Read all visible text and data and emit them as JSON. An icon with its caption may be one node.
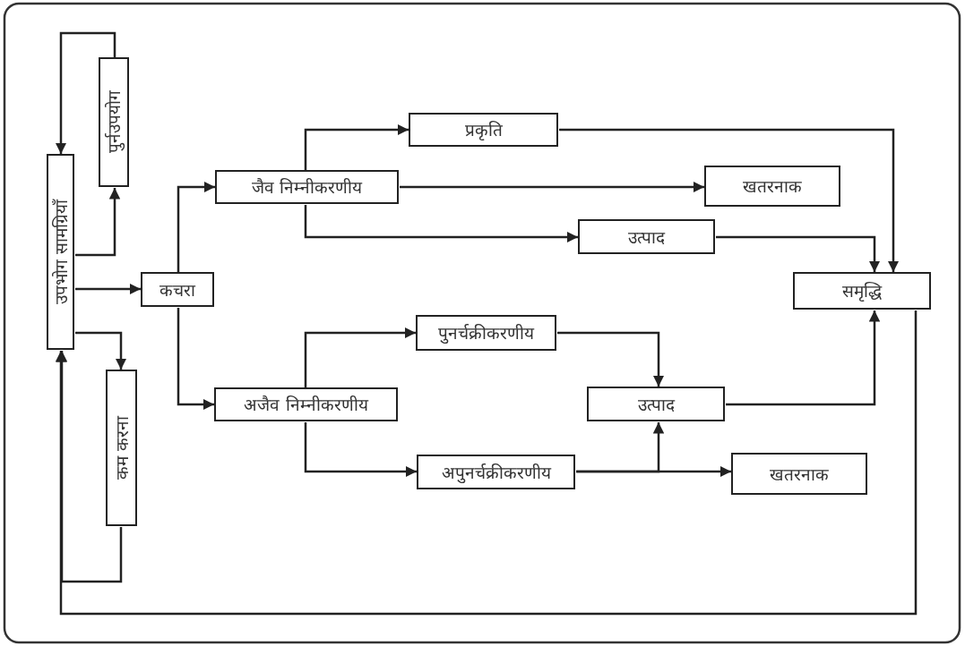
{
  "diagram": {
    "nodes": [
      {
        "text": [
          "उपभोग सामग्रियाँ"
        ]
      },
      {
        "text": [
          "पुर्नउपयोग"
        ]
      },
      {
        "text": [
          "कम करना"
        ]
      },
      {
        "text": [
          "कचरा"
        ]
      },
      {
        "text": [
          "जैव निम्नीकरणीय"
        ]
      },
      {
        "text": [
          "अजैव निम्नीकरणीय"
        ]
      },
      {
        "text": [
          "प्रकृति"
        ]
      },
      {
        "text": [
          "खतरनाक"
        ]
      },
      {
        "text": [
          "उत्पाद"
        ]
      },
      {
        "text": [
          "समृद्धि"
        ]
      },
      {
        "text": [
          "पुनर्चक्रीकरणीय"
        ]
      },
      {
        "text": [
          "उत्पाद"
        ]
      },
      {
        "text": [
          "अपुनर्चक्रीकरणीय"
        ]
      },
      {
        "text": [
          "खतरनाक"
        ]
      }
    ],
    "edges": [
      {
        "from": 0,
        "to": 1,
        "arrow": "to"
      },
      {
        "from": 1,
        "to": 0,
        "arrow": "to"
      },
      {
        "from": 0,
        "to": 2,
        "arrow": "to"
      },
      {
        "from": 2,
        "to": 0,
        "arrow": "to"
      },
      {
        "from": 0,
        "to": 3,
        "arrow": "to"
      },
      {
        "from": 3,
        "to": 4,
        "arrow": "to"
      },
      {
        "from": 3,
        "to": 5,
        "arrow": "to"
      },
      {
        "from": 4,
        "to": 6,
        "arrow": "to"
      },
      {
        "from": 4,
        "to": 7,
        "arrow": "to"
      },
      {
        "from": 4,
        "to": 8,
        "arrow": "to"
      },
      {
        "from": 5,
        "to": 10,
        "arrow": "to"
      },
      {
        "from": 5,
        "to": 12,
        "arrow": "to"
      },
      {
        "from": 6,
        "to": 9,
        "arrow": "to"
      },
      {
        "from": 8,
        "to": 9,
        "arrow": "to"
      },
      {
        "from": 10,
        "to": 11,
        "arrow": "to"
      },
      {
        "from": 12,
        "to": 11,
        "arrow": "to"
      },
      {
        "from": 12,
        "to": 13,
        "arrow": "to"
      },
      {
        "from": 11,
        "to": 9,
        "arrow": "to"
      },
      {
        "from": 9,
        "to": 0,
        "arrow": "to"
      }
    ]
  }
}
